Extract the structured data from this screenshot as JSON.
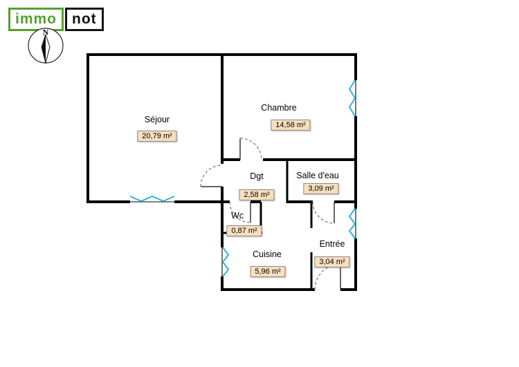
{
  "logo": {
    "immo": "immo",
    "not": "not"
  },
  "compass": {
    "north_label": "N"
  },
  "rooms": [
    {
      "name": "Séjour",
      "area": "20,79 m²"
    },
    {
      "name": "Chambre",
      "area": "14,58 m²"
    },
    {
      "name": "Dgt",
      "area": "2,58 m²"
    },
    {
      "name": "Salle d'eau",
      "area": "3,09 m²"
    },
    {
      "name": "Wc",
      "area": "0,87 m²"
    },
    {
      "name": "Cuisine",
      "area": "5,96 m²"
    },
    {
      "name": "Entrée",
      "area": "3,04 m²"
    }
  ],
  "colors": {
    "wall": "#000000",
    "window": "#2bb5da",
    "area_box_bg": "#f8dfbd",
    "area_box_border": "#8a8a8a",
    "logo_green": "#55a02e",
    "logo_dark": "#111111"
  }
}
